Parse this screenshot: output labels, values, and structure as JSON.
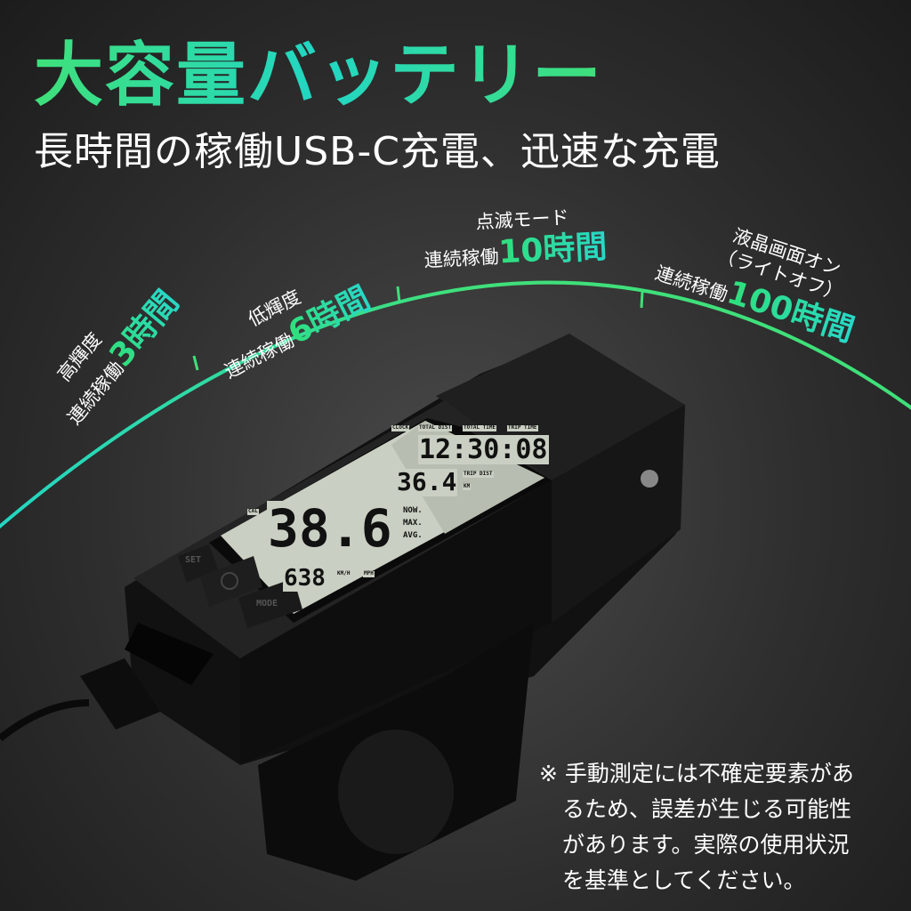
{
  "header": {
    "title": "大容量バッテリー",
    "subtitle": "長時間の稼働USB-C充電、迅速な充電"
  },
  "modes": [
    {
      "mode": "高輝度",
      "prefix": "連続稼働",
      "duration": "3時間"
    },
    {
      "mode": "低輝度",
      "prefix": "連続稼働",
      "duration": "6時間"
    },
    {
      "mode": "点滅モード",
      "prefix": "連続稼働",
      "duration": "10時間"
    },
    {
      "mode": "液晶画面オン",
      "mode2": "（ライトオフ）",
      "prefix": "連続稼働",
      "duration": "100時間"
    }
  ],
  "device": {
    "lcd": {
      "clock": "12:30:08",
      "trip": "36.4",
      "speed": "38.6",
      "cal": "638",
      "labels": [
        "TOTAL DIST",
        "TOTAL TIME",
        "TRIP TIME",
        "CLOCK",
        "TRIP DIST",
        "KM",
        "NOW.",
        "MAX.",
        "AVG.",
        "CAL",
        "KM/H",
        "MPH"
      ]
    },
    "buttons": [
      "SET",
      "MODE"
    ]
  },
  "note": {
    "lines": [
      "※ 手動測定には不確定要素があ",
      "るため、誤差が生じる可能性",
      "があります。実際の使用状況",
      "を基準としてください。"
    ]
  },
  "colors": {
    "accent_green": "#3fe07a",
    "accent_cyan": "#22d6c4",
    "background": "#2e2e2e"
  }
}
